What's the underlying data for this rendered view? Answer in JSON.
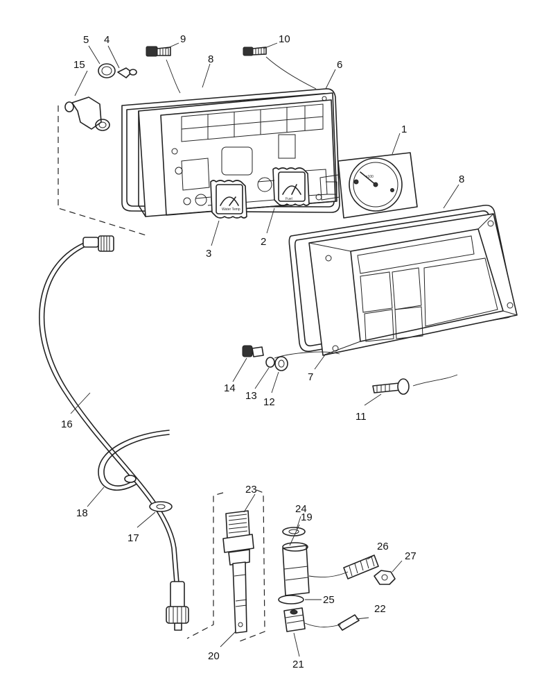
{
  "callouts": [
    {
      "id": "1",
      "label": "1"
    },
    {
      "id": "2",
      "label": "2"
    },
    {
      "id": "3",
      "label": "3"
    },
    {
      "id": "4",
      "label": "4"
    },
    {
      "id": "5",
      "label": "5"
    },
    {
      "id": "6",
      "label": "6"
    },
    {
      "id": "7",
      "label": "7"
    },
    {
      "id": "8a",
      "label": "8"
    },
    {
      "id": "8b",
      "label": "8"
    },
    {
      "id": "9",
      "label": "9"
    },
    {
      "id": "10",
      "label": "10"
    },
    {
      "id": "11",
      "label": "11"
    },
    {
      "id": "12",
      "label": "12"
    },
    {
      "id": "13",
      "label": "13"
    },
    {
      "id": "14",
      "label": "14"
    },
    {
      "id": "15",
      "label": "15"
    },
    {
      "id": "16",
      "label": "16"
    },
    {
      "id": "17",
      "label": "17"
    },
    {
      "id": "18",
      "label": "18"
    },
    {
      "id": "19",
      "label": "19"
    },
    {
      "id": "20",
      "label": "20"
    },
    {
      "id": "21",
      "label": "21"
    },
    {
      "id": "22",
      "label": "22"
    },
    {
      "id": "23",
      "label": "23"
    },
    {
      "id": "24",
      "label": "24"
    },
    {
      "id": "25",
      "label": "25"
    },
    {
      "id": "26",
      "label": "26"
    },
    {
      "id": "27",
      "label": "27"
    }
  ],
  "gauges": {
    "tacho_text": "x100",
    "gauge2_text": "Fuel",
    "gauge3_text": "Water Temp"
  }
}
